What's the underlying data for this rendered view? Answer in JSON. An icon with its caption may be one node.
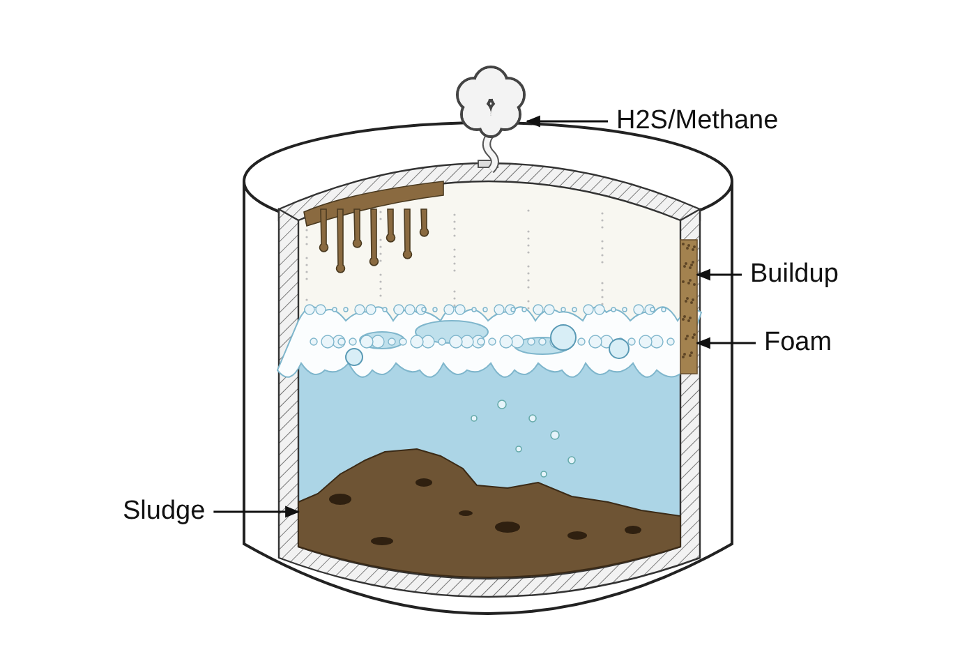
{
  "diagram": {
    "nodes": [
      {
        "text": [
          "H2S/Methane"
        ]
      },
      {
        "text": [],
        "shape": "cloud"
      },
      {
        "text": [
          "Buildup"
        ]
      },
      {
        "text": [],
        "shape": "picture"
      },
      {
        "text": [
          "Foam"
        ]
      },
      {
        "text": [],
        "shape": "picture"
      },
      {
        "text": [
          "Sludge"
        ]
      },
      {
        "text": [],
        "shape": "picture"
      }
    ],
    "edges": [
      {
        "from": 0,
        "to": 1,
        "arrow": "to"
      },
      {
        "from": 2,
        "to": 3,
        "arrow": "to"
      },
      {
        "from": 4,
        "to": 5,
        "arrow": "to"
      },
      {
        "from": 6,
        "to": 7,
        "arrow": "to"
      }
    ]
  }
}
